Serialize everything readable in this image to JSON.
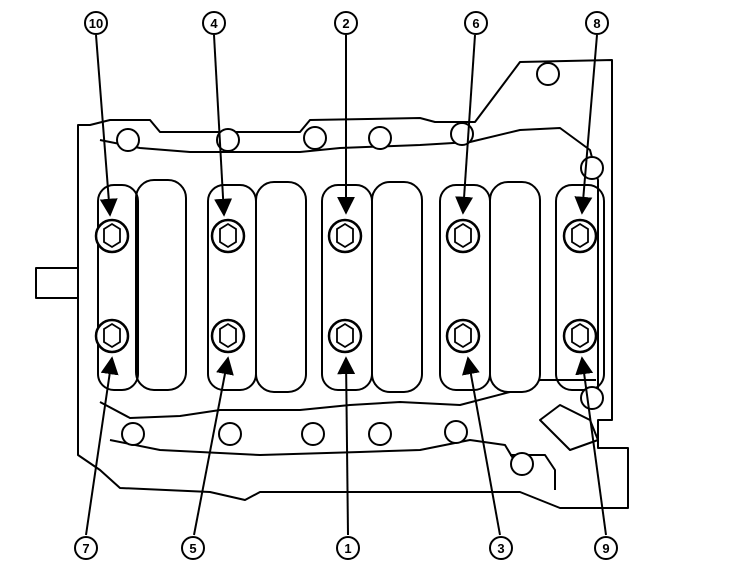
{
  "diagram": {
    "type": "bolt-tightening-sequence",
    "style": {
      "line_color": "#000000",
      "background": "#ffffff"
    },
    "callouts": [
      {
        "label": "10",
        "bolt": "bolt-top-1"
      },
      {
        "label": "4",
        "bolt": "bolt-top-2"
      },
      {
        "label": "2",
        "bolt": "bolt-top-3"
      },
      {
        "label": "6",
        "bolt": "bolt-top-4"
      },
      {
        "label": "8",
        "bolt": "bolt-top-5"
      },
      {
        "label": "7",
        "bolt": "bolt-bottom-1"
      },
      {
        "label": "5",
        "bolt": "bolt-bottom-2"
      },
      {
        "label": "1",
        "bolt": "bolt-bottom-3"
      },
      {
        "label": "3",
        "bolt": "bolt-bottom-4"
      },
      {
        "label": "9",
        "bolt": "bolt-bottom-5"
      }
    ]
  }
}
